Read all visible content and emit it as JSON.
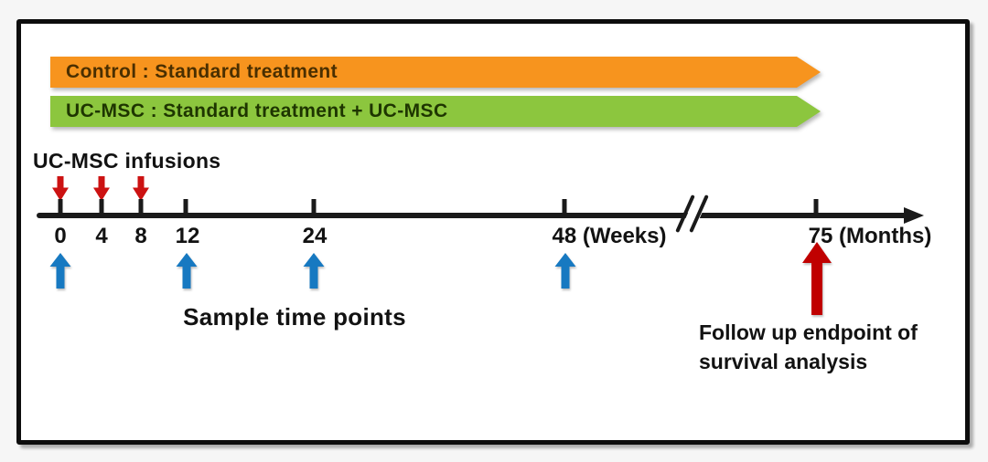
{
  "banners": {
    "control": {
      "label": "Control : Standard treatment",
      "color": "#F7941E"
    },
    "ucmsc": {
      "label": "UC-MSC : Standard treatment + UC-MSC",
      "color": "#8CC63E"
    }
  },
  "infusions": {
    "label": "UC-MSC infusions",
    "time_points": [
      "0",
      "4",
      "8"
    ]
  },
  "timeline": {
    "unit_left": "Weeks",
    "unit_right": "Months",
    "has_axis_break": true,
    "ticks": [
      {
        "label": "0"
      },
      {
        "label": "4"
      },
      {
        "label": "8"
      },
      {
        "label": "12"
      },
      {
        "label": "24"
      },
      {
        "label": "48 (Weeks)"
      },
      {
        "label": "75 (Months)"
      }
    ]
  },
  "annotations": {
    "sample_label": "Sample time points",
    "sample_time_points": [
      "0",
      "12",
      "24",
      "48"
    ],
    "followup_line1": "Follow up endpoint of",
    "followup_line2": "survival analysis",
    "followup_point": "75 (Months)"
  },
  "colors": {
    "control_banner": "#F7941E",
    "ucmsc_banner": "#8CC63E",
    "control_text": "#4A2F00",
    "ucmsc_text": "#1E3500",
    "infusion_arrow": "#CC1212",
    "sample_arrow": "#1779C1",
    "followup_arrow": "#C00000",
    "timeline": "#1A1A1A"
  }
}
